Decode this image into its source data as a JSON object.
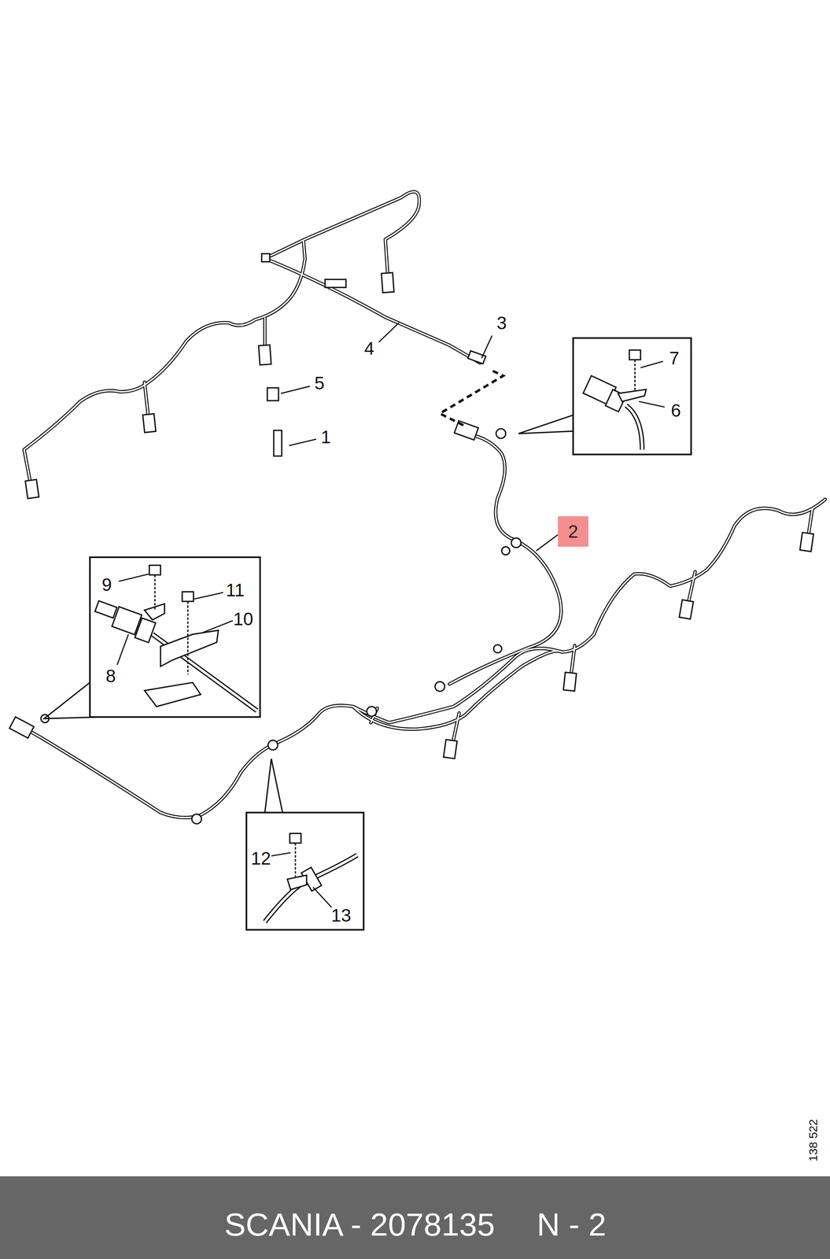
{
  "diagram": {
    "caption": "SCANIA - 2078135",
    "nodes": [
      {
        "text": [
          "2"
        ]
      }
    ],
    "labels": [
      "3",
      "4",
      "5",
      "1",
      "7",
      "6",
      "9",
      "11",
      "10",
      "8",
      "12",
      "13",
      "138 522",
      "N - 2"
    ]
  }
}
